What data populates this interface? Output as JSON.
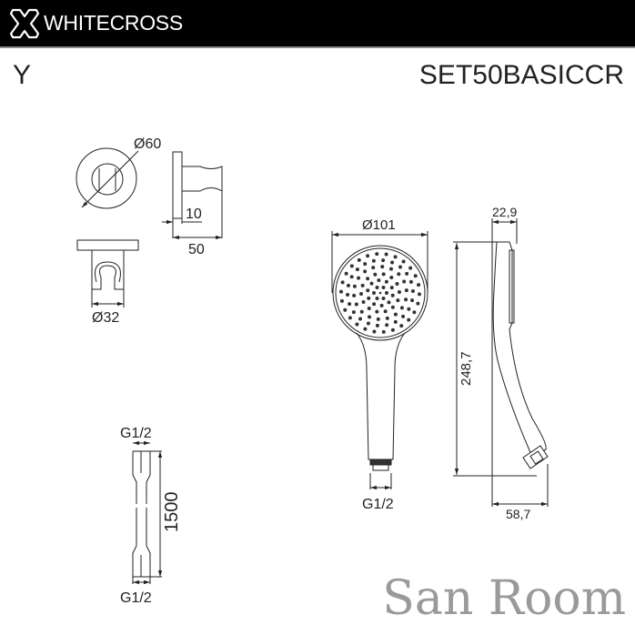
{
  "header": {
    "brand": "WHITECROSS",
    "logo_icon": "cross-x-logo"
  },
  "product": {
    "variant": "Y",
    "code": "SET50BASICCR"
  },
  "holder": {
    "diameter": "Ø60",
    "depth": "10",
    "length": "50",
    "clip_diameter": "Ø32"
  },
  "hand_shower": {
    "diameter": "Ø101",
    "connection": "G1/2",
    "height": "248,7",
    "head_thickness": "22,9",
    "total_depth": "58,7"
  },
  "hose": {
    "top_connection": "G1/2",
    "length": "1500",
    "bottom_connection": "G1/2"
  },
  "watermark": "San Room",
  "colors": {
    "header_bg": "#000000",
    "line": "#222222",
    "watermark": "#9a9a9a"
  }
}
